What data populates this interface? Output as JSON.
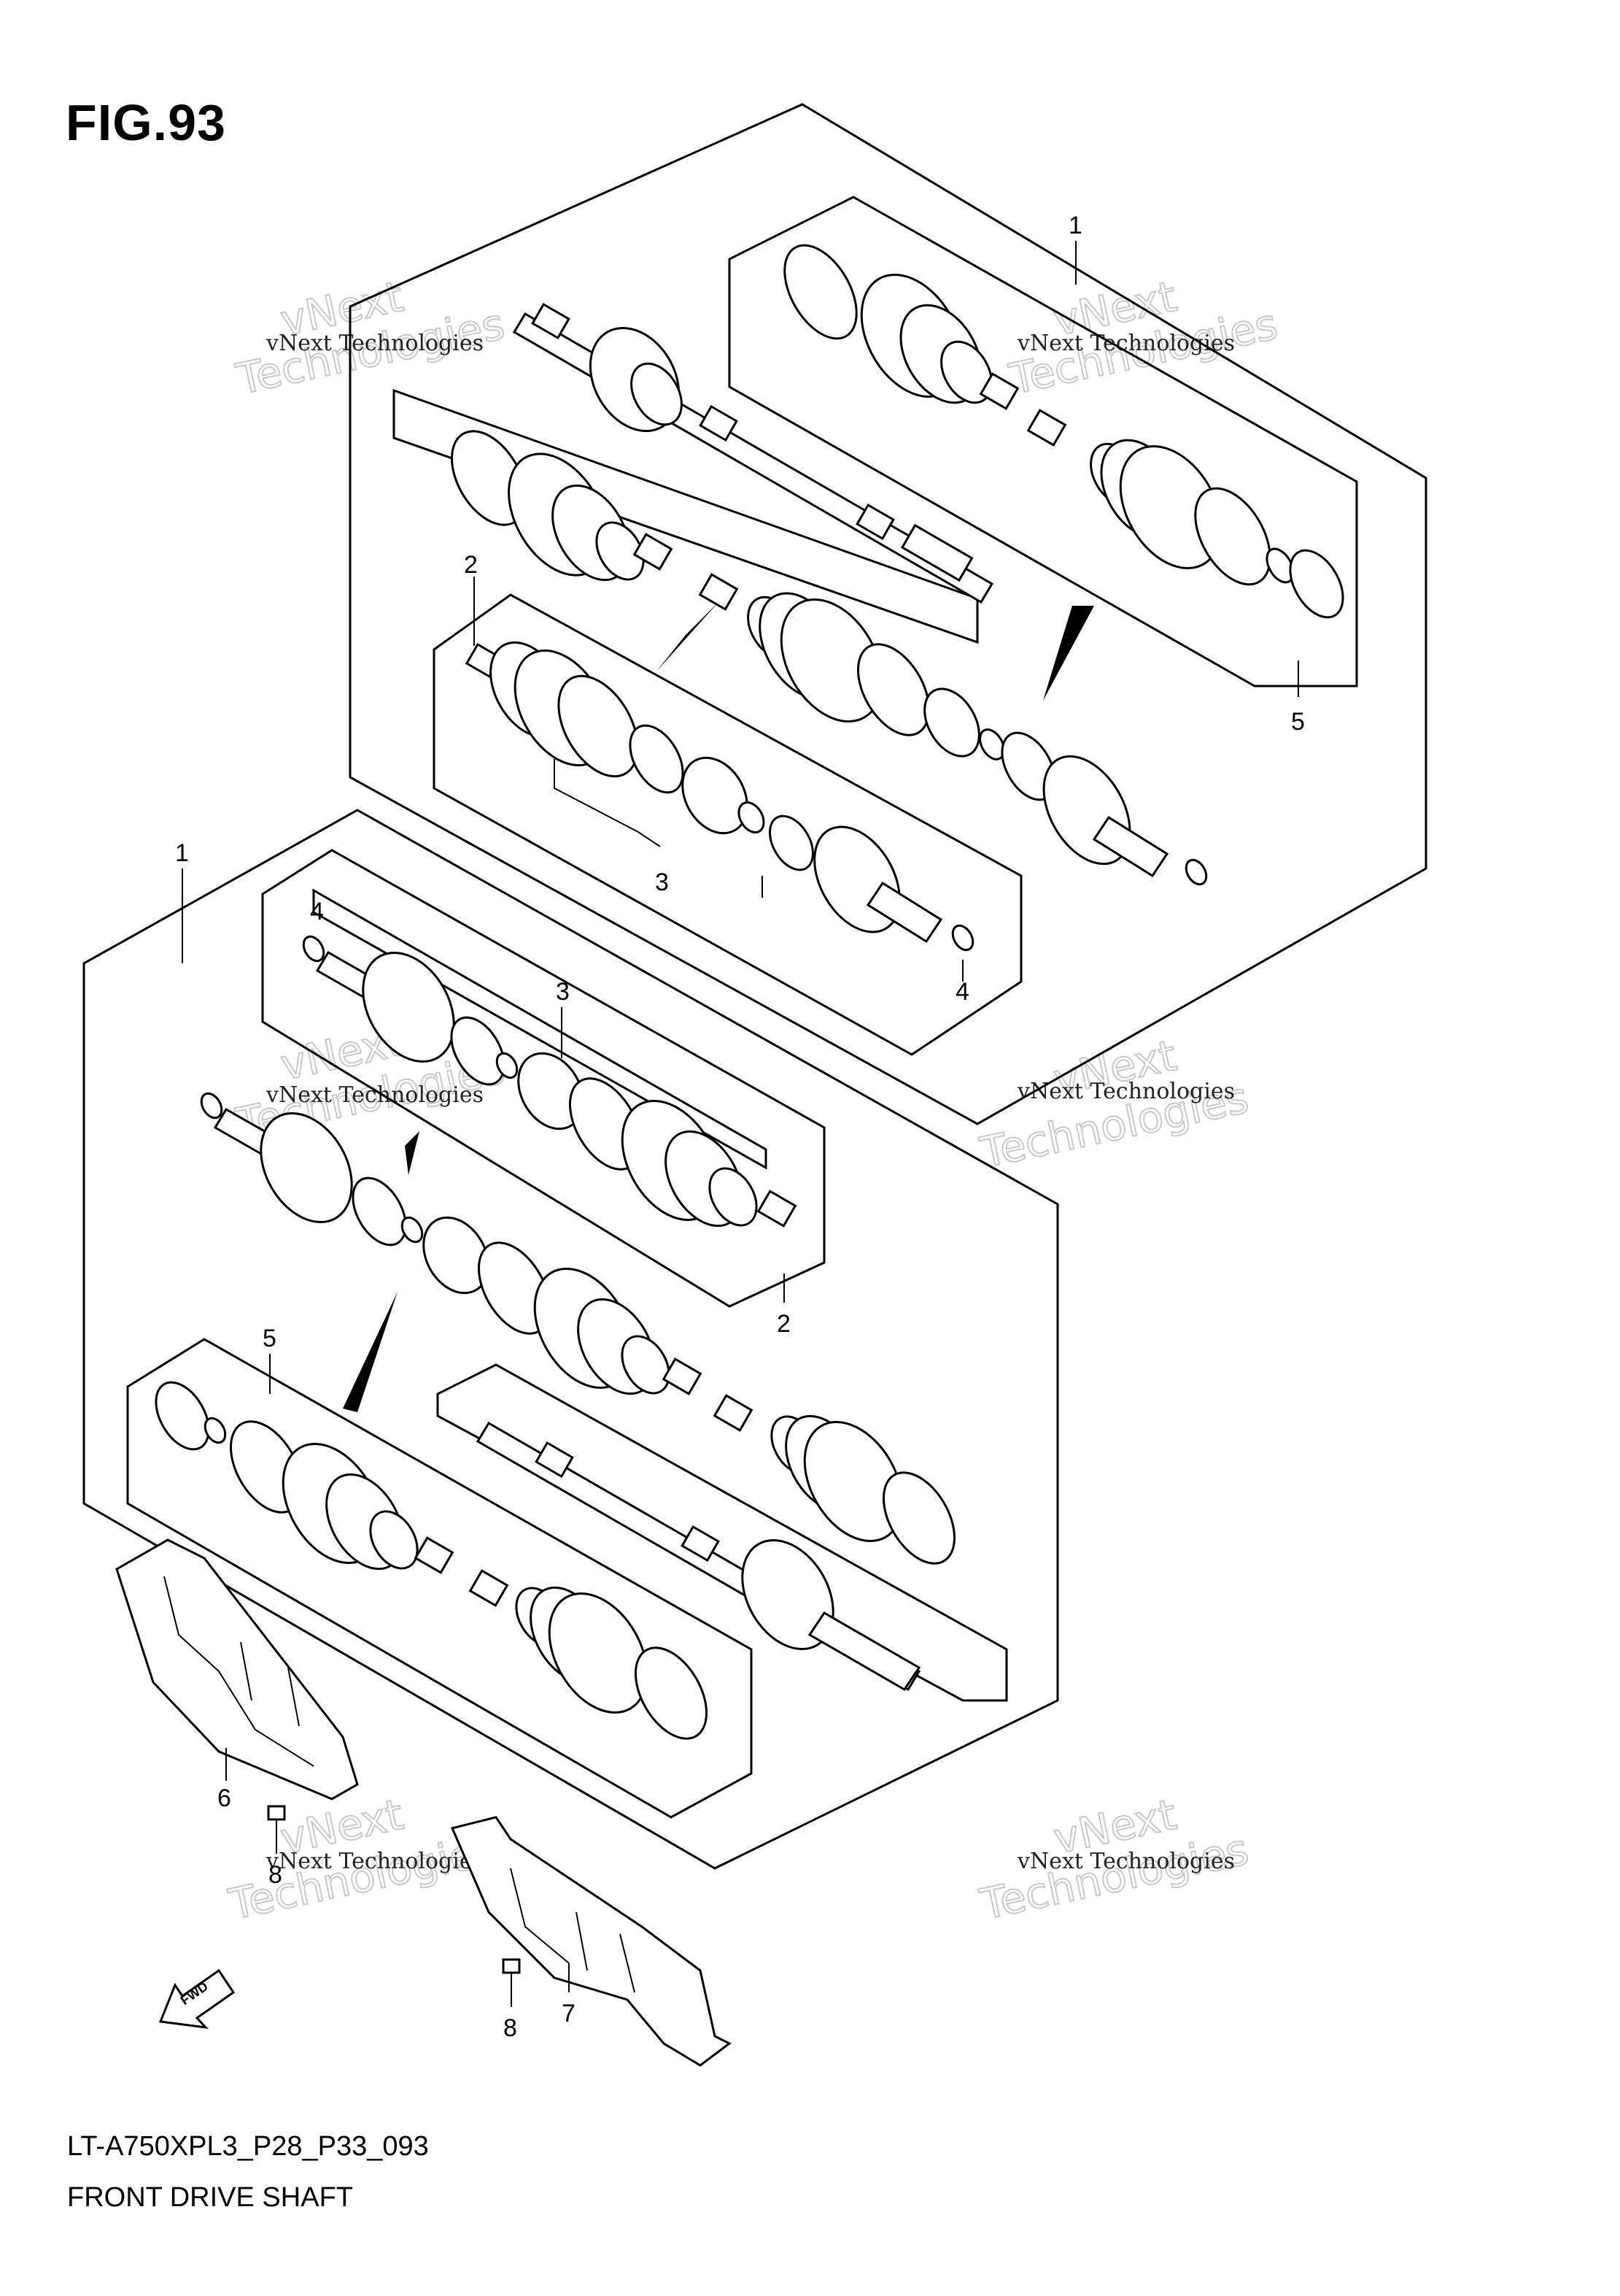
{
  "figure": {
    "label": "FIG.93",
    "doc_code": "LT-A750XPL3_P28_P33_093",
    "title": "FRONT DRIVE SHAFT"
  },
  "callouts": {
    "top_assembly_1": "1",
    "top_assembly_5": "5",
    "top_assembly_2": "2",
    "top_assembly_3": "3",
    "top_assembly_4": "4",
    "bottom_assembly_1": "1",
    "bottom_assembly_4": "4",
    "bottom_assembly_3": "3",
    "bottom_assembly_2": "2",
    "bottom_assembly_5": "5",
    "guard_6": "6",
    "bolt_8a": "8",
    "bolt_8b": "8",
    "guard_7": "7"
  },
  "watermark": {
    "line1": "vNext Technologies",
    "line2": "Technologies",
    "line3": "vNext"
  },
  "fwd_label": "FWD"
}
